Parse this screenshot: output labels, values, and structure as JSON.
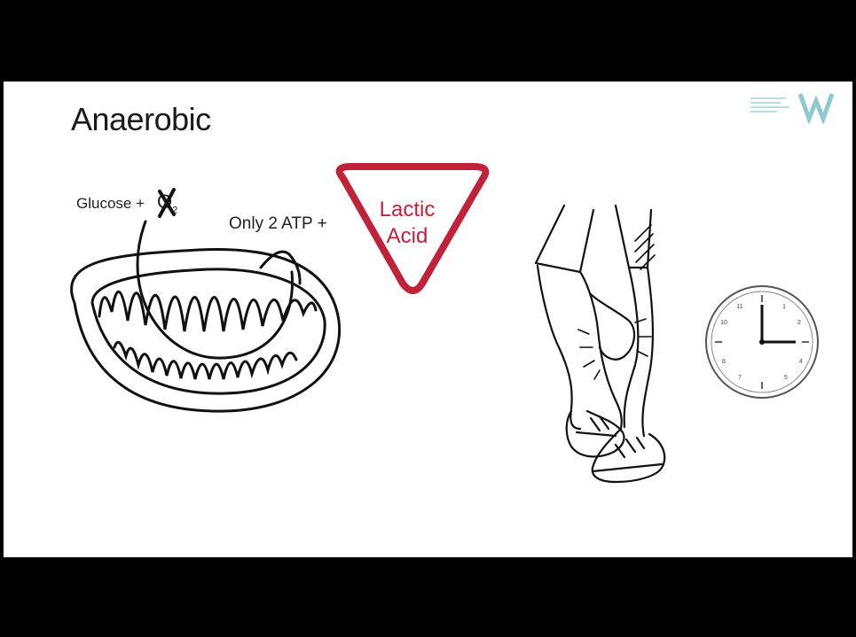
{
  "slide": {
    "title": "Anaerobic",
    "glucose_text": "Glucose +",
    "oxygen_symbol": "O",
    "oxygen_subscript": "2",
    "atp_text": "Only 2 ATP +",
    "product_line1": "Lactic",
    "product_line2": "Acid"
  },
  "colors": {
    "accent": "#c2213a",
    "ink": "#1a1a1a",
    "logo": "#8fc9cf"
  },
  "icons": [
    "mitochondrion-icon",
    "cross-out-icon",
    "curved-arrow-icon",
    "legs-cramp-icon",
    "clock-icon",
    "brand-logo"
  ]
}
